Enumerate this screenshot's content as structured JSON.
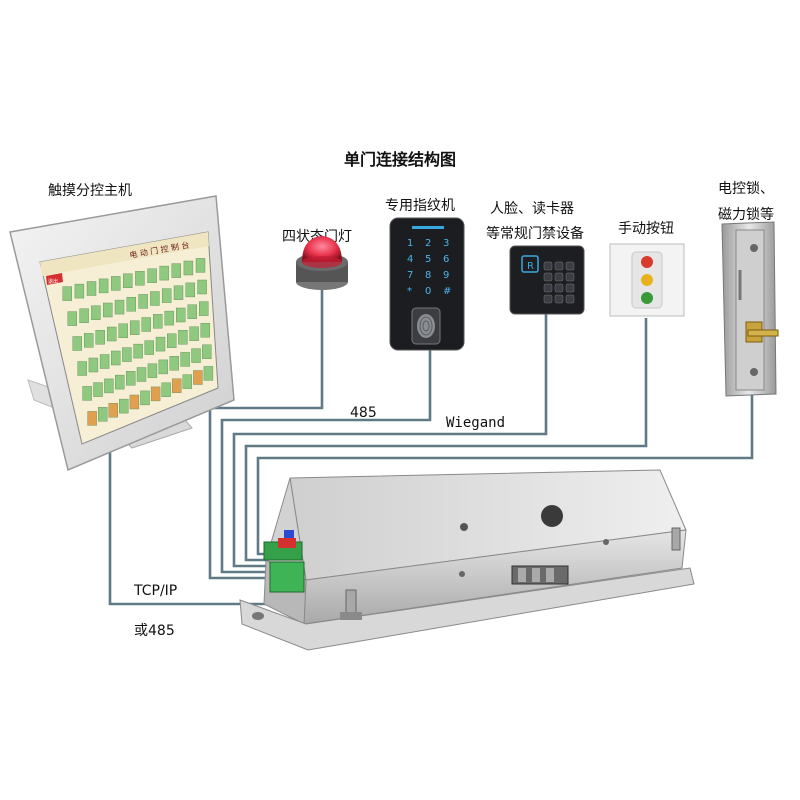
{
  "title": "单门连接结构图",
  "devices": {
    "touch_host": "触摸分控主机",
    "status_light": "四状态门灯",
    "fingerprint": "专用指纹机",
    "face_reader_line1": "人脸、读卡器",
    "face_reader_line2": "等常规门禁设备",
    "manual_button": "手动按钮",
    "lock_line1": "电控锁、",
    "lock_line2": "磁力锁等"
  },
  "screen": {
    "header": "电 动 门 控 制 台",
    "corner_tag": "退出"
  },
  "wires": {
    "rs485": "485",
    "wiegand": "Wiegand",
    "tcpip": "TCP/IP",
    "or485": "或485"
  },
  "keypad_keys": [
    "1",
    "2",
    "3",
    "4",
    "5",
    "6",
    "7",
    "8",
    "9",
    "*",
    "0",
    "#"
  ],
  "colors": {
    "wire": "#5f7a86",
    "screen_bg": "#f6efd6",
    "cell_green": "#8ec97f",
    "light_red": "#e8324a"
  }
}
